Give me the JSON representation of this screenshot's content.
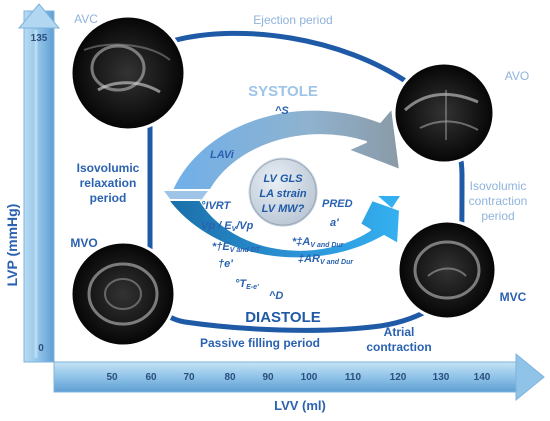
{
  "axes": {
    "y_label": "LVP (mmHg)",
    "x_label": "LVV (ml)",
    "y_ticks": [
      "135",
      "0"
    ],
    "x_ticks": [
      "50",
      "60",
      "70",
      "80",
      "90",
      "100",
      "110",
      "120",
      "130",
      "140"
    ]
  },
  "phases": {
    "ejection": "Ejection period",
    "passive_filling": "Passive filling period",
    "isovolumic_relaxation": [
      "Isovolumic",
      "relaxation",
      "period"
    ],
    "isovolumic_contraction": [
      "Isovolumic",
      "contraction",
      "period"
    ],
    "atrial_contraction": [
      "Atrial",
      "contraction"
    ]
  },
  "valve_events": {
    "avc": "AVC",
    "avo": "AVO",
    "mvo": "MVO",
    "mvc": "MVC"
  },
  "cycle": {
    "systole": "SYSTOLE",
    "diastole": "DIASTOLE",
    "center": [
      "LV GLS",
      "LA strain",
      "LV MW?"
    ]
  },
  "parameters": {
    "s": "^S",
    "lavi": "LAVi",
    "ivrt": "°IVRT",
    "vp_ratio": "Vp / E",
    "vp_ratio_sub": "V",
    "vp_ratio_tail": "/Vp",
    "ev": "*†E",
    "ev_sub": "V and DT",
    "e_prime": "†e'",
    "te": "°T",
    "te_sub": "E-e'",
    "d": "^D",
    "pred": "PRED",
    "a_prime": "a'",
    "av": "*‡A",
    "av_sub": "V and Dur",
    "arv": "‡AR",
    "arv_sub": "V and Dur"
  },
  "colors": {
    "loop": "#1f5aa6",
    "label": "#2b62b0",
    "light_label": "#8fb3dc",
    "axis_fill": "#8fc3e8",
    "systole_arrow": "#5a9fe0",
    "diastole_arrow": "#1a7fc4"
  }
}
